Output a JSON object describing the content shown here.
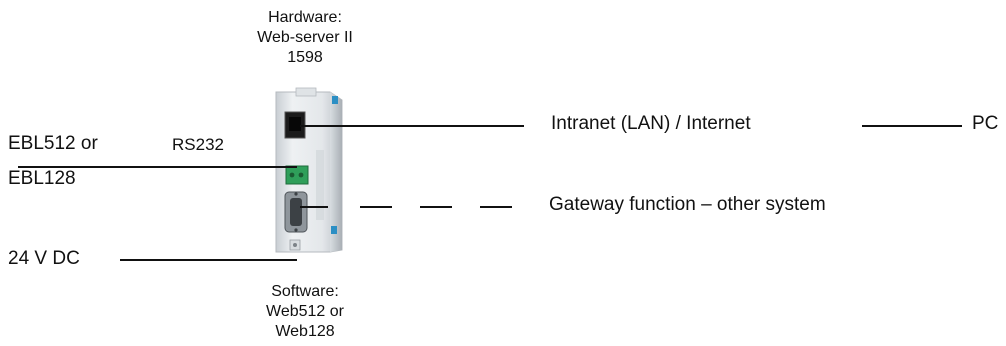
{
  "hardware": {
    "line1": "Hardware:",
    "line2": "Web-server II",
    "line3": "1598"
  },
  "software": {
    "line1": "Software:",
    "line2": "Web512 or",
    "line3": "Web128"
  },
  "left": {
    "ebl_line1": "EBL512 or",
    "ebl_line2": "EBL128",
    "rs232": "RS232",
    "power": "24 V DC"
  },
  "right": {
    "network": "Intranet (LAN) / Internet",
    "pc": "PC",
    "gateway": "Gateway function – other system"
  }
}
